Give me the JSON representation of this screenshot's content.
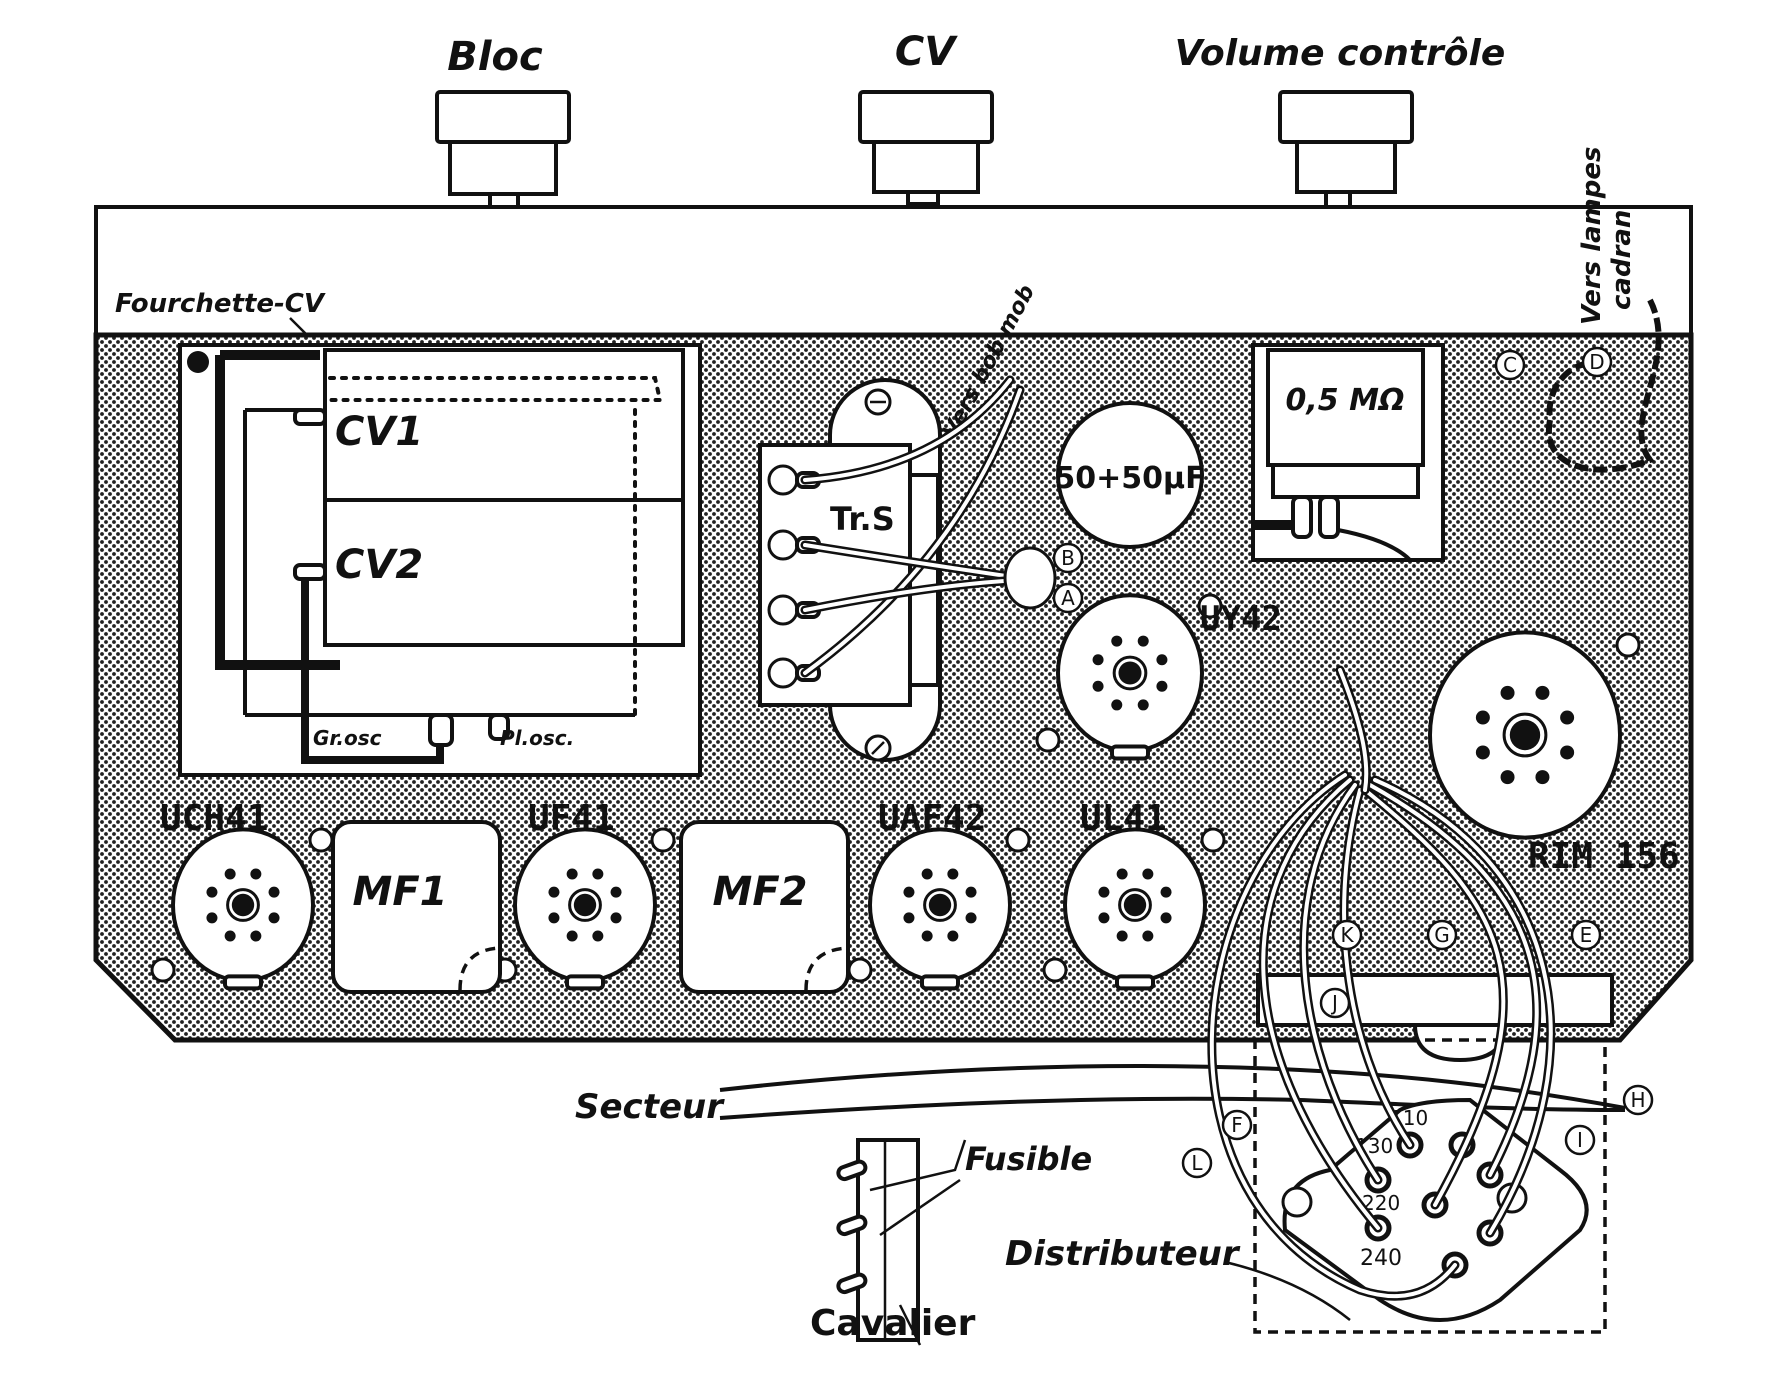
{
  "diagram": {
    "title": "Radio receiver chassis wiring (top view)",
    "controls": [
      {
        "id": "bloc",
        "label": "Bloc"
      },
      {
        "id": "cv",
        "label": "CV"
      },
      {
        "id": "volume",
        "label": "Volume contrôle"
      }
    ],
    "front_panel": {
      "fork_label": "Fourchette-CV",
      "lamp_note_line1": "Vers lampes",
      "lamp_note_line2": "cadran"
    },
    "variable_capacitor": {
      "section1": "CV1",
      "section2": "CV2",
      "grid_osc": "Gr.osc",
      "plate_osc": "Pl.osc."
    },
    "transformer": {
      "label": "Tr.S",
      "note": "Vers bob mob"
    },
    "capacitor": {
      "label": "50+50µF"
    },
    "potentiometer": {
      "label": "0,5 MΩ"
    },
    "tubes": [
      {
        "id": "uch41",
        "label": "UCH41"
      },
      {
        "id": "uf41",
        "label": "UF41"
      },
      {
        "id": "uaf42",
        "label": "UAF42"
      },
      {
        "id": "ul41",
        "label": "UL41"
      },
      {
        "id": "uy42",
        "label": "UY42"
      },
      {
        "id": "rim156",
        "label": "RIM 156"
      }
    ],
    "if_transformers": [
      {
        "id": "mf1",
        "label": "MF1"
      },
      {
        "id": "mf2",
        "label": "MF2"
      }
    ],
    "connection_points": [
      "A",
      "B",
      "C",
      "D",
      "E",
      "F",
      "G",
      "H",
      "I",
      "J",
      "K",
      "L"
    ],
    "mains": {
      "cord_label": "Secteur",
      "fuse_label": "Fusible",
      "jumper_label": "Cavalier",
      "selector_label": "Distributeur",
      "voltage_taps": [
        "110",
        "130",
        "220",
        "240"
      ]
    }
  }
}
